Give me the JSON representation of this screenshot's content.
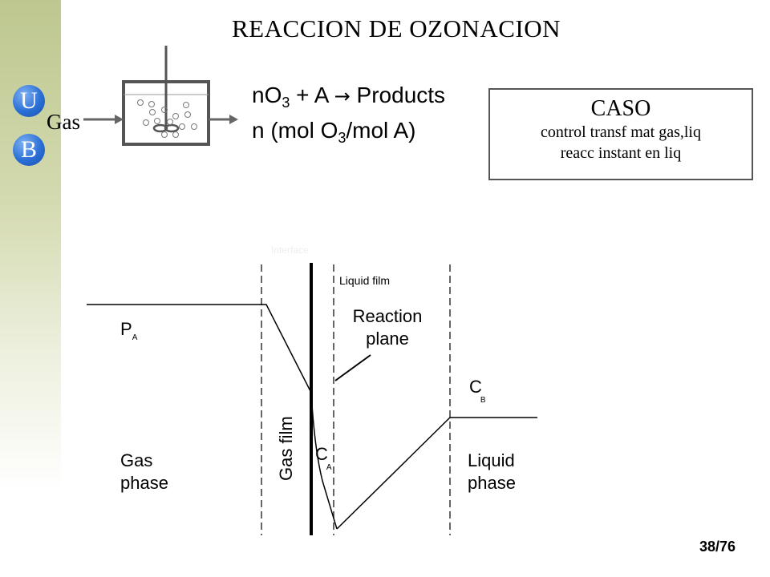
{
  "slide": {
    "title": "REACCION DE OZONACION",
    "page_number": "38/76"
  },
  "logo": {
    "top_letter": "U",
    "bottom_letter": "B"
  },
  "reactor": {
    "gas_label": "Gas"
  },
  "equations": {
    "line1": [
      "nO",
      "3",
      " + A ",
      "→",
      " Products"
    ],
    "line2": [
      "n (mol O",
      "3",
      "/mol A)"
    ]
  },
  "caso_box": {
    "title": "CASO",
    "line1": "control transf mat gas,liq",
    "line2": "reacc instant en liq"
  },
  "profile_diagram": {
    "interface_label": "Interface",
    "liquid_film_label": "Liquid film",
    "reaction_plane_label": [
      "Reaction",
      "plane"
    ],
    "pa_label": [
      "P",
      "A"
    ],
    "cb_label": [
      "C",
      "B"
    ],
    "ca_label": [
      "C",
      "A"
    ],
    "gas_film_label": "Gas film",
    "gas_phase_label": [
      "Gas",
      "phase"
    ],
    "liquid_phase_label": [
      "Liquid",
      "phase"
    ]
  }
}
